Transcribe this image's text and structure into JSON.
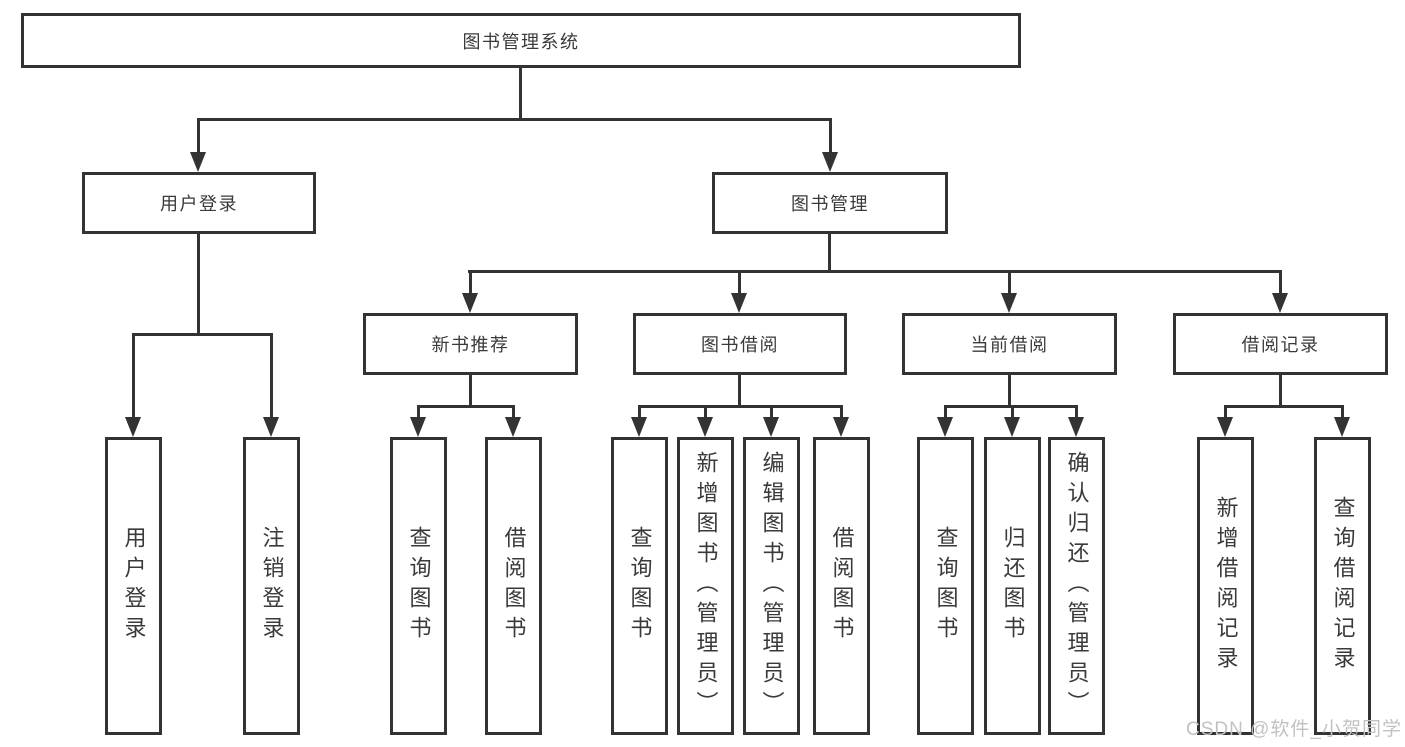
{
  "diagram_title": "图书管理系统",
  "nodes": {
    "root": "图书管理系统",
    "user_login": "用户登录",
    "book_management": "图书管理",
    "new_book_recommend": "新书推荐",
    "book_borrowing": "图书借阅",
    "current_borrowing": "当前借阅",
    "borrowing_records": "借阅记录"
  },
  "leaves": [
    {
      "parent": "用户登录",
      "label": "用户登录"
    },
    {
      "parent": "用户登录",
      "label": "注销登录"
    },
    {
      "parent": "新书推荐",
      "label": "查询图书"
    },
    {
      "parent": "新书推荐",
      "label": "借阅图书"
    },
    {
      "parent": "图书借阅",
      "label": "查询图书"
    },
    {
      "parent": "图书借阅",
      "label": "新增图书（管理员）"
    },
    {
      "parent": "图书借阅",
      "label": "编辑图书（管理员）"
    },
    {
      "parent": "图书借阅",
      "label": "借阅图书"
    },
    {
      "parent": "当前借阅",
      "label": "查询图书"
    },
    {
      "parent": "当前借阅",
      "label": "归还图书"
    },
    {
      "parent": "当前借阅",
      "label": "确认归还（管理员）"
    },
    {
      "parent": "借阅记录",
      "label": "新增借阅记录"
    },
    {
      "parent": "借阅记录",
      "label": "查询借阅记录"
    }
  ],
  "watermark": "CSDN @软件_小贺同学",
  "colors": {
    "line": "#333333",
    "text": "#3a3a3a",
    "background": "#ffffff",
    "watermark": "#c2c2c2"
  }
}
